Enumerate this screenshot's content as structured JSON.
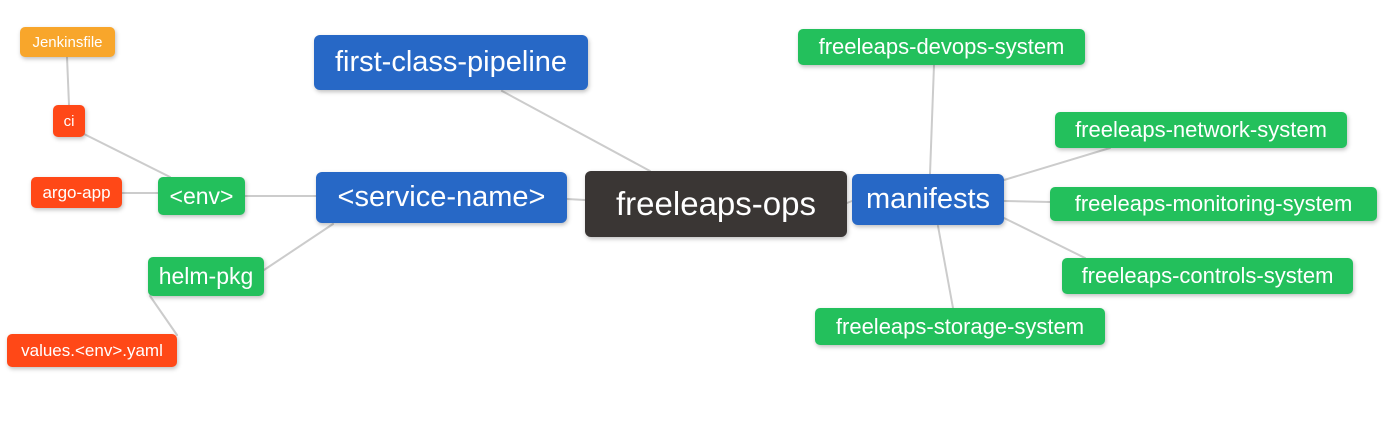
{
  "diagram": {
    "type": "mindmap",
    "root_label": "freeleaps-ops",
    "nodes": [
      {
        "id": "jenkinsfile",
        "label": "Jenkinsfile",
        "color": "#F8A62B"
      },
      {
        "id": "ci",
        "label": "ci",
        "color": "#FF4817"
      },
      {
        "id": "argo-app",
        "label": "argo-app",
        "color": "#FF4817"
      },
      {
        "id": "env",
        "label": "<env>",
        "color": "#23C05C"
      },
      {
        "id": "helm-pkg",
        "label": "helm-pkg",
        "color": "#23C05C"
      },
      {
        "id": "values-env-yaml",
        "label": "values.<env>.yaml",
        "color": "#FF4817"
      },
      {
        "id": "first-class-pipeline",
        "label": "first-class-pipeline",
        "color": "#2768C6"
      },
      {
        "id": "service-name",
        "label": "<service-name>",
        "color": "#2768C6"
      },
      {
        "id": "freeleaps-ops",
        "label": "freeleaps-ops",
        "color": "#3A3634"
      },
      {
        "id": "manifests",
        "label": "manifests",
        "color": "#2768C6"
      },
      {
        "id": "freeleaps-devops-system",
        "label": "freeleaps-devops-system",
        "color": "#23C05C"
      },
      {
        "id": "freeleaps-network-system",
        "label": "freeleaps-network-system",
        "color": "#23C05C"
      },
      {
        "id": "freeleaps-monitoring-system",
        "label": "freeleaps-monitoring-system",
        "color": "#23C05C"
      },
      {
        "id": "freeleaps-controls-system",
        "label": "freeleaps-controls-system",
        "color": "#23C05C"
      },
      {
        "id": "freeleaps-storage-system",
        "label": "freeleaps-storage-system",
        "color": "#23C05C"
      }
    ],
    "edges": [
      {
        "from": "jenkinsfile",
        "to": "ci"
      },
      {
        "from": "ci",
        "to": "env"
      },
      {
        "from": "argo-app",
        "to": "env"
      },
      {
        "from": "env",
        "to": "service-name"
      },
      {
        "from": "helm-pkg",
        "to": "service-name"
      },
      {
        "from": "values-env-yaml",
        "to": "helm-pkg"
      },
      {
        "from": "first-class-pipeline",
        "to": "freeleaps-ops"
      },
      {
        "from": "service-name",
        "to": "freeleaps-ops"
      },
      {
        "from": "freeleaps-ops",
        "to": "manifests"
      },
      {
        "from": "manifests",
        "to": "freeleaps-devops-system"
      },
      {
        "from": "manifests",
        "to": "freeleaps-network-system"
      },
      {
        "from": "manifests",
        "to": "freeleaps-monitoring-system"
      },
      {
        "from": "manifests",
        "to": "freeleaps-controls-system"
      },
      {
        "from": "manifests",
        "to": "freeleaps-storage-system"
      }
    ],
    "colors": {
      "root": "#3A3634",
      "branch_blue": "#2768C6",
      "leaf_green": "#23C05C",
      "leaf_red": "#FF4817",
      "leaf_amber": "#F8A62B",
      "connector": "#CCCCCC",
      "text": "#FFFFFF",
      "background": "#FFFFFF"
    }
  }
}
